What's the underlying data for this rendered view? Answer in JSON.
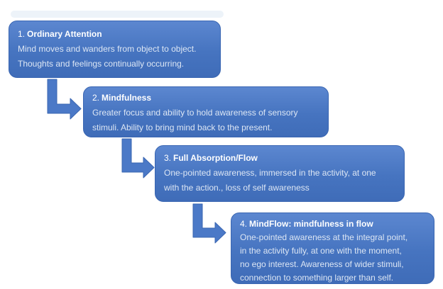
{
  "diagram": {
    "type": "cascading-stage-diagram",
    "colors": {
      "box_fill_top": "#5C87D0",
      "box_fill_bottom": "#3F6CB8",
      "box_border": "#3A66B2",
      "arrow_fill": "#4B79C7",
      "heading_text": "#FFFFFF",
      "body_text": "#DCE6F4",
      "background": "#FFFFFF"
    },
    "stages": [
      {
        "number": "1.",
        "title": "Ordinary Attention",
        "body_lines": [
          "Mind moves and wanders from object to object.",
          "Thoughts and feelings continually occurring."
        ]
      },
      {
        "number": "2.",
        "title": "Mindfulness",
        "body_lines": [
          "Greater focus and ability to hold awareness of sensory",
          "stimuli. Ability to bring mind back to the present."
        ]
      },
      {
        "number": "3.",
        "title": "Full Absorption/Flow",
        "body_lines": [
          "One-pointed awareness, immersed in the activity, at one",
          "with the action., loss of self awareness"
        ]
      },
      {
        "number": "4.",
        "title": "MindFlow: mindfulness in flow",
        "body_lines": [
          "One-pointed awareness at the integral point,",
          "in the activity fully, at one with the moment,",
          "no ego interest. Awareness of wider stimuli,",
          "connection to something larger than self."
        ]
      }
    ]
  }
}
